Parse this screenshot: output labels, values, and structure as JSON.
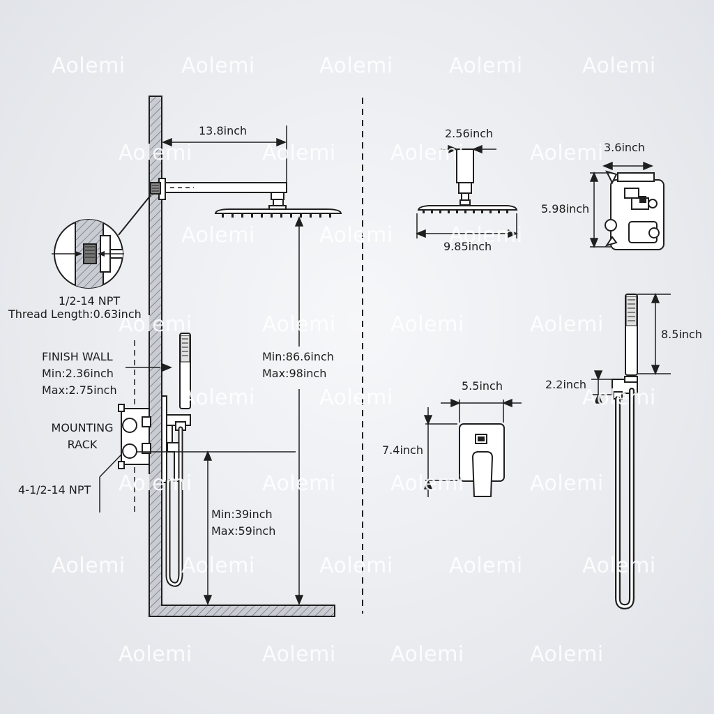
{
  "brand": {
    "watermark_text": "Aolemi"
  },
  "labels": {
    "arm_length": "13.8inch",
    "thread_spec": "1/2-14 NPT",
    "thread_length": "Thread Length:0.63inch",
    "finish_wall_title": "FINISH WALL",
    "finish_wall_min": "Min:2.36inch",
    "finish_wall_max": "Max:2.75inch",
    "mounting_rack_line1": "MOUNTING",
    "mounting_rack_line2": "RACK",
    "inlet_spec": "4-1/2-14 NPT",
    "shower_height_min": "Min:86.6inch",
    "shower_height_max": "Max:98inch",
    "valve_height_min": "Min:39inch",
    "valve_height_max": "Max:59inch",
    "head_arm_width": "2.56inch",
    "head_diameter": "9.85inch",
    "valve_width": "3.6inch",
    "valve_height": "5.98inch",
    "plate_width": "5.5inch",
    "plate_height": "7.4inch",
    "handshower_length": "8.5inch",
    "holder_height": "2.2inch"
  },
  "colors": {
    "line": "#1f1f1f",
    "wall_fill": "#c9ccd2",
    "background": "#e9ebef",
    "watermark": "#ffffff"
  }
}
